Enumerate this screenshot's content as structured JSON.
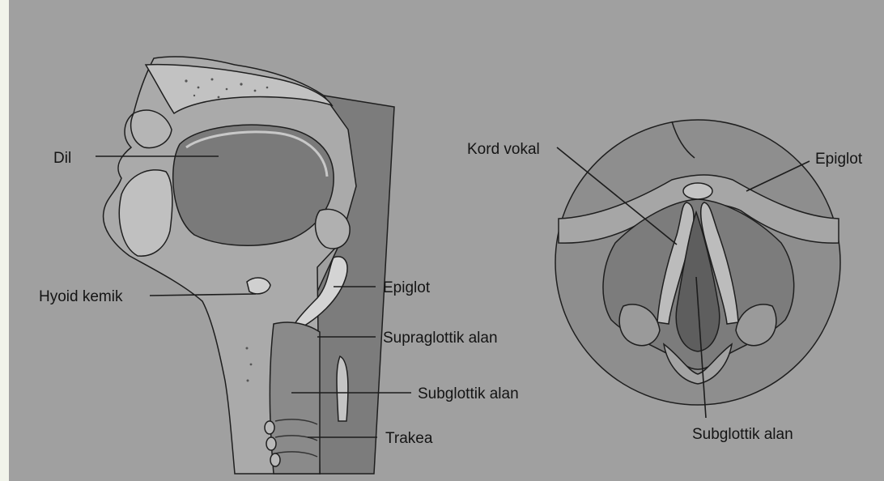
{
  "sagittal": {
    "labels": {
      "tongue": "Dil",
      "hyoid": "Hyoid kemik",
      "epiglottis": "Epiglot",
      "supraglottic": "Supraglottik alan",
      "subglottic": "Subglottik alan",
      "trachea": "Trakea"
    }
  },
  "laryngoscopic": {
    "labels": {
      "vocal_cord": "Kord vokal",
      "epiglottis": "Epiglot",
      "subglottic": "Subglottik alan"
    }
  },
  "colors": {
    "page_background": "#f1f4ea",
    "panel_background": "#a0a0a0",
    "tissue_light": "#b8b8b8",
    "tissue_mid": "#8c8c8c",
    "tissue_dark": "#6e6e6e",
    "outline": "#1e1e1e"
  }
}
